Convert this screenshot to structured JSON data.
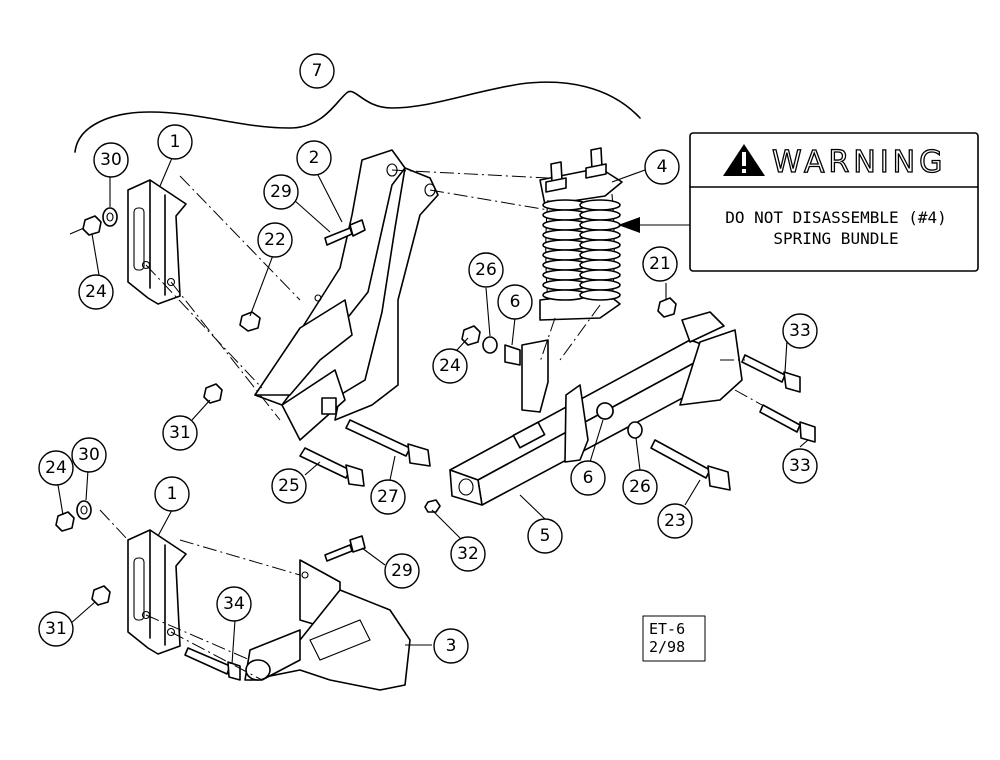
{
  "callouts": [
    {
      "id": "c7a",
      "label": "7"
    },
    {
      "id": "c1a",
      "label": "1"
    },
    {
      "id": "c30a",
      "label": "30"
    },
    {
      "id": "c24a",
      "label": "24"
    },
    {
      "id": "c2",
      "label": "2"
    },
    {
      "id": "c29a",
      "label": "29"
    },
    {
      "id": "c22",
      "label": "22"
    },
    {
      "id": "c31a",
      "label": "31"
    },
    {
      "id": "c25",
      "label": "25"
    },
    {
      "id": "c27",
      "label": "27"
    },
    {
      "id": "c4",
      "label": "4"
    },
    {
      "id": "c26a",
      "label": "26"
    },
    {
      "id": "c6a",
      "label": "6"
    },
    {
      "id": "c24b",
      "label": "24"
    },
    {
      "id": "c21",
      "label": "21"
    },
    {
      "id": "c33a",
      "label": "33"
    },
    {
      "id": "c33b",
      "label": "33"
    },
    {
      "id": "c6b",
      "label": "6"
    },
    {
      "id": "c26b",
      "label": "26"
    },
    {
      "id": "c23",
      "label": "23"
    },
    {
      "id": "c5",
      "label": "5"
    },
    {
      "id": "c32",
      "label": "32"
    },
    {
      "id": "c24c",
      "label": "24"
    },
    {
      "id": "c30b",
      "label": "30"
    },
    {
      "id": "c1b",
      "label": "1"
    },
    {
      "id": "c29b",
      "label": "29"
    },
    {
      "id": "c34",
      "label": "34"
    },
    {
      "id": "c31b",
      "label": "31"
    },
    {
      "id": "c3",
      "label": "3"
    }
  ],
  "warning": {
    "title": "WARNING",
    "line1": "DO NOT DISASSEMBLE (#4)",
    "line2": "SPRING BUNDLE"
  },
  "tag": {
    "line1": "ET-6",
    "line2": "2/98"
  }
}
